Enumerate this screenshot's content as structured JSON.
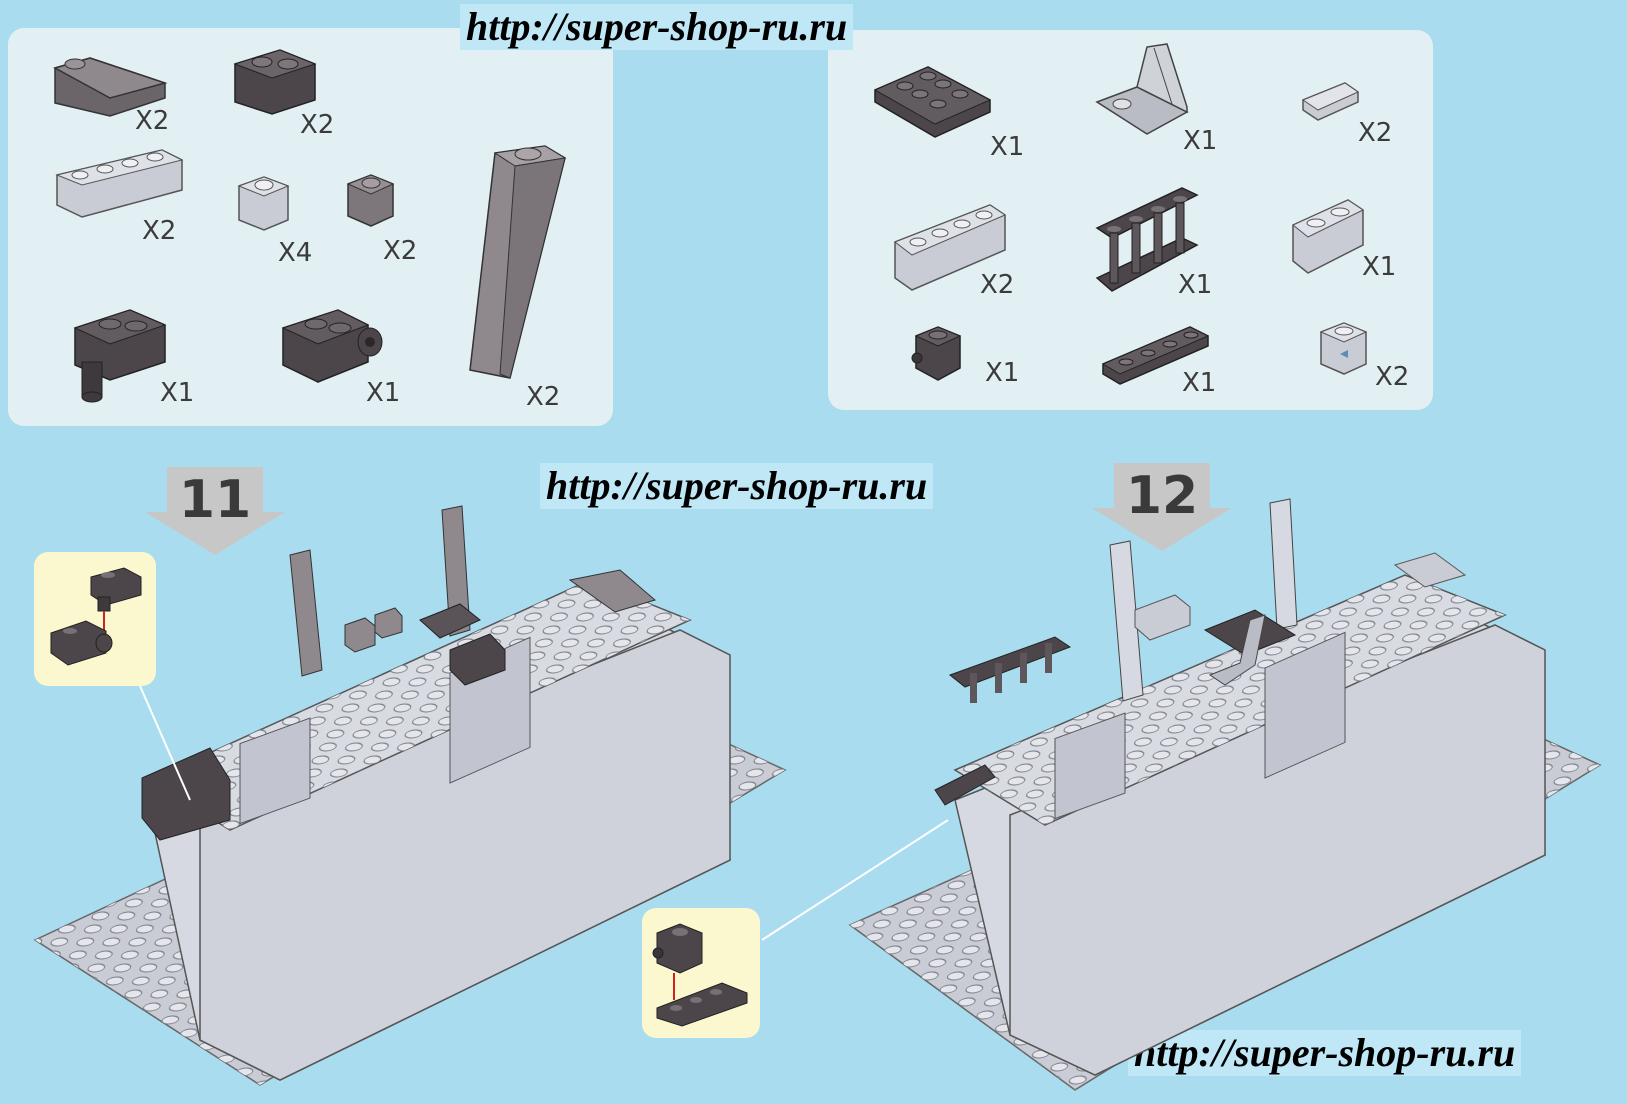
{
  "watermarks": [
    "http://super-shop-ru.ru",
    "http://super-shop-ru.ru",
    "http://super-shop-ru.ru"
  ],
  "steps": [
    "11",
    "12"
  ],
  "parts_left": {
    "quantities": [
      "X2",
      "X2",
      "X2",
      "X4",
      "X2",
      "X1",
      "X1",
      "X2"
    ]
  },
  "parts_right": {
    "quantities": [
      "X1",
      "X1",
      "X2",
      "X2",
      "X1",
      "X1",
      "X1",
      "X1",
      "X2"
    ]
  },
  "colors": {
    "background": "#a9dcee",
    "panel": "#e2eff3",
    "inset": "#fbf7cf",
    "arrow": "#c7c7c7",
    "brick_dark": "#5a5358",
    "brick_light": "#d7d9e2"
  }
}
